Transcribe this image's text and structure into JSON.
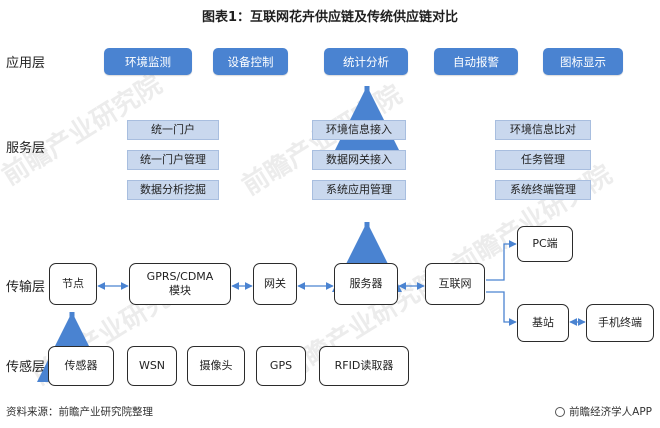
{
  "title": "图表1：互联网花卉供应链及传统供应链对比",
  "layers": {
    "application": "应用层",
    "service": "服务层",
    "transmission": "传输层",
    "sensing": "传感层"
  },
  "application_items": [
    "环境监测",
    "设备控制",
    "统计分析",
    "自动报警",
    "图标显示"
  ],
  "service_left": [
    "统一门户",
    "统一门户管理",
    "数据分析挖掘"
  ],
  "service_middle": [
    "环境信息接入",
    "数据网关接入",
    "系统应用管理"
  ],
  "service_right": [
    "环境信息比对",
    "任务管理",
    "系统终端管理"
  ],
  "transmission": {
    "node": "节点",
    "gprs_line1": "GPRS/CDMA",
    "gprs_line2": "模块",
    "gateway": "网关",
    "server": "服务器",
    "internet": "互联网",
    "pc": "PC端",
    "base_station": "基站",
    "mobile": "手机终端"
  },
  "sensing_items": [
    "传感器",
    "WSN",
    "摄像头",
    "GPS",
    "RFID读取器"
  ],
  "footer": {
    "source": "资料来源：前瞻产业研究院整理",
    "brand": "前瞻经济学人APP"
  },
  "watermark": "前瞻产业研究院",
  "colors": {
    "app_fill": "#4a83d1",
    "service_fill": "#c9d8ee",
    "arrow": "#4a83d1",
    "node_border": "#2b2b2b"
  }
}
